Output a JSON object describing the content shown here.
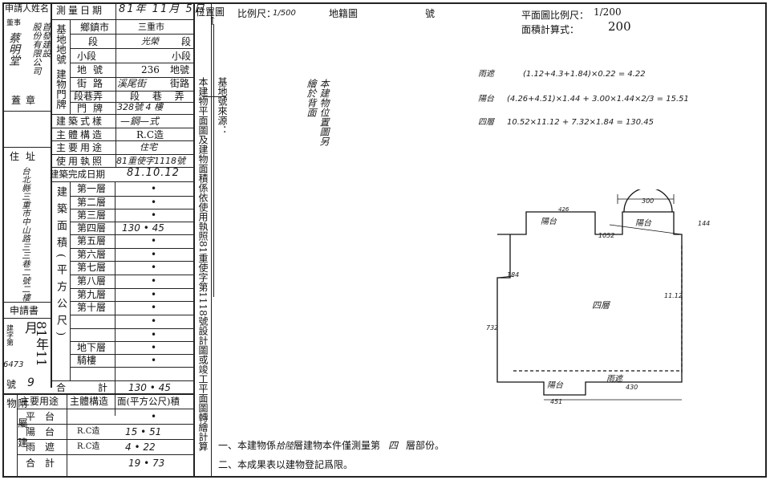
{
  "applicant": {
    "label": "申請人姓名",
    "name_lines": [
      "蔡明堂",
      "股份有限公司",
      "首發建設",
      "董事"
    ],
    "stamp": "蓋章"
  },
  "survey": {
    "date_label": "測量日期",
    "date_value": "81年 11月 5日",
    "site_block_label": "基地地號",
    "town_label": "鄉鎮市",
    "town_value": "三重市",
    "section_label": "段",
    "section_value": "光榮",
    "subsection_label": "小段",
    "lot_label": "地號",
    "lot_value": "236",
    "door_block_label": "建物門牌",
    "street_label": "街路",
    "street_value": "溪尾街",
    "lane_label": "段巷弄",
    "lane_value": "段 巷 弄",
    "number_label": "門牌",
    "number_value": "328號 4 樓",
    "struct_style_label": "建築式樣",
    "struct_style_value": "—鋼—式",
    "main_struct_label": "主體構造",
    "main_struct_value": "R.C造",
    "use_label": "主要用途",
    "use_value": "住宅",
    "permit_label": "使用執照",
    "permit_value": "81重使字1118號",
    "completion_label": "建築完成日期",
    "completion_value": "81.10.12"
  },
  "address": {
    "label": "住址",
    "value": "台北縣三重市中山路三三巷二號二樓"
  },
  "floors": {
    "group_label": "建築面積(平方公尺)",
    "rows": [
      {
        "name": "第一層",
        "value": "•"
      },
      {
        "name": "第二層",
        "value": "•"
      },
      {
        "name": "第三層",
        "value": "•"
      },
      {
        "name": "第四層",
        "value": "130 • 45"
      },
      {
        "name": "第五層",
        "value": "•"
      },
      {
        "name": "第六層",
        "value": "•"
      },
      {
        "name": "第七層",
        "value": "•"
      },
      {
        "name": "第八層",
        "value": "•"
      },
      {
        "name": "第九層",
        "value": "•"
      },
      {
        "name": "第十層",
        "value": "•"
      },
      {
        "name": "",
        "value": "•"
      },
      {
        "name": "",
        "value": "•"
      },
      {
        "name": "地下層",
        "value": "•"
      },
      {
        "name": "騎樓",
        "value": "•"
      }
    ],
    "total_label": "合計",
    "total_value": "130 • 45"
  },
  "application": {
    "label": "申請書",
    "year": "81年",
    "month": "11月",
    "word_label": "建字第",
    "number_label": "號",
    "hand_number": "6473",
    "hand_seq": "9"
  },
  "attached": {
    "side_label": "附屬建物",
    "header_use": "主要用途",
    "header_struct": "主體構造",
    "header_area": "面(平方公尺)積",
    "rows": [
      {
        "use": "平台",
        "struct": "",
        "area": "•"
      },
      {
        "use": "陽台",
        "struct": "R.C造",
        "area": "15 • 51"
      },
      {
        "use": "雨遮",
        "struct": "R.C造",
        "area": "4 • 22"
      }
    ],
    "total_label": "合計",
    "total_value": "19 • 73"
  },
  "location": {
    "label": "位置圖",
    "north": "↑",
    "scale_label": "比例尺：",
    "scale_value": "1/500",
    "cadastral_label": "地籍圖",
    "number_label": "號",
    "site_source_label": "基地號來源：",
    "vertical_note": "本建物平面圖及建物面積係依使用執照81重使字第1118號設計圖或竣工平面圖轉繪計算",
    "separate_note": "本建物位置圖另繪於背面"
  },
  "plan": {
    "scale_label": "平面圖比例尺：",
    "scale_value": "1/200",
    "area_calc_label": "面積計算式：",
    "area_calc_value": "200",
    "formulas": [
      {
        "name": "雨遮",
        "expr": "(1.12+4.3+1.84)×0.22 = 4.22"
      },
      {
        "name": "陽台",
        "expr": "(4.26+4.51)×1.44 + 3.00×1.44×2/3 = 15.51"
      },
      {
        "name": "四層",
        "expr": "10.52×11.12 + 7.32×1.84 = 130.45"
      }
    ],
    "labels": {
      "floor": "四層",
      "balcony": "陽台",
      "rain": "雨遮",
      "dim_426": "426",
      "dim_300": "300",
      "dim_144": "144",
      "dim_1052": "1052",
      "dim_184": "184",
      "dim_1112": "11.12",
      "dim_732": "732",
      "dim_451": "451",
      "dim_430": "430"
    }
  },
  "notes": {
    "note1_prefix": "一、本建物係",
    "note1_hand": "拾陸",
    "note1_mid": "層建物本件僅測量第",
    "note1_floor": "四",
    "note1_suffix": "層部份。",
    "note2": "二、本成果表以建物登記爲限。"
  }
}
